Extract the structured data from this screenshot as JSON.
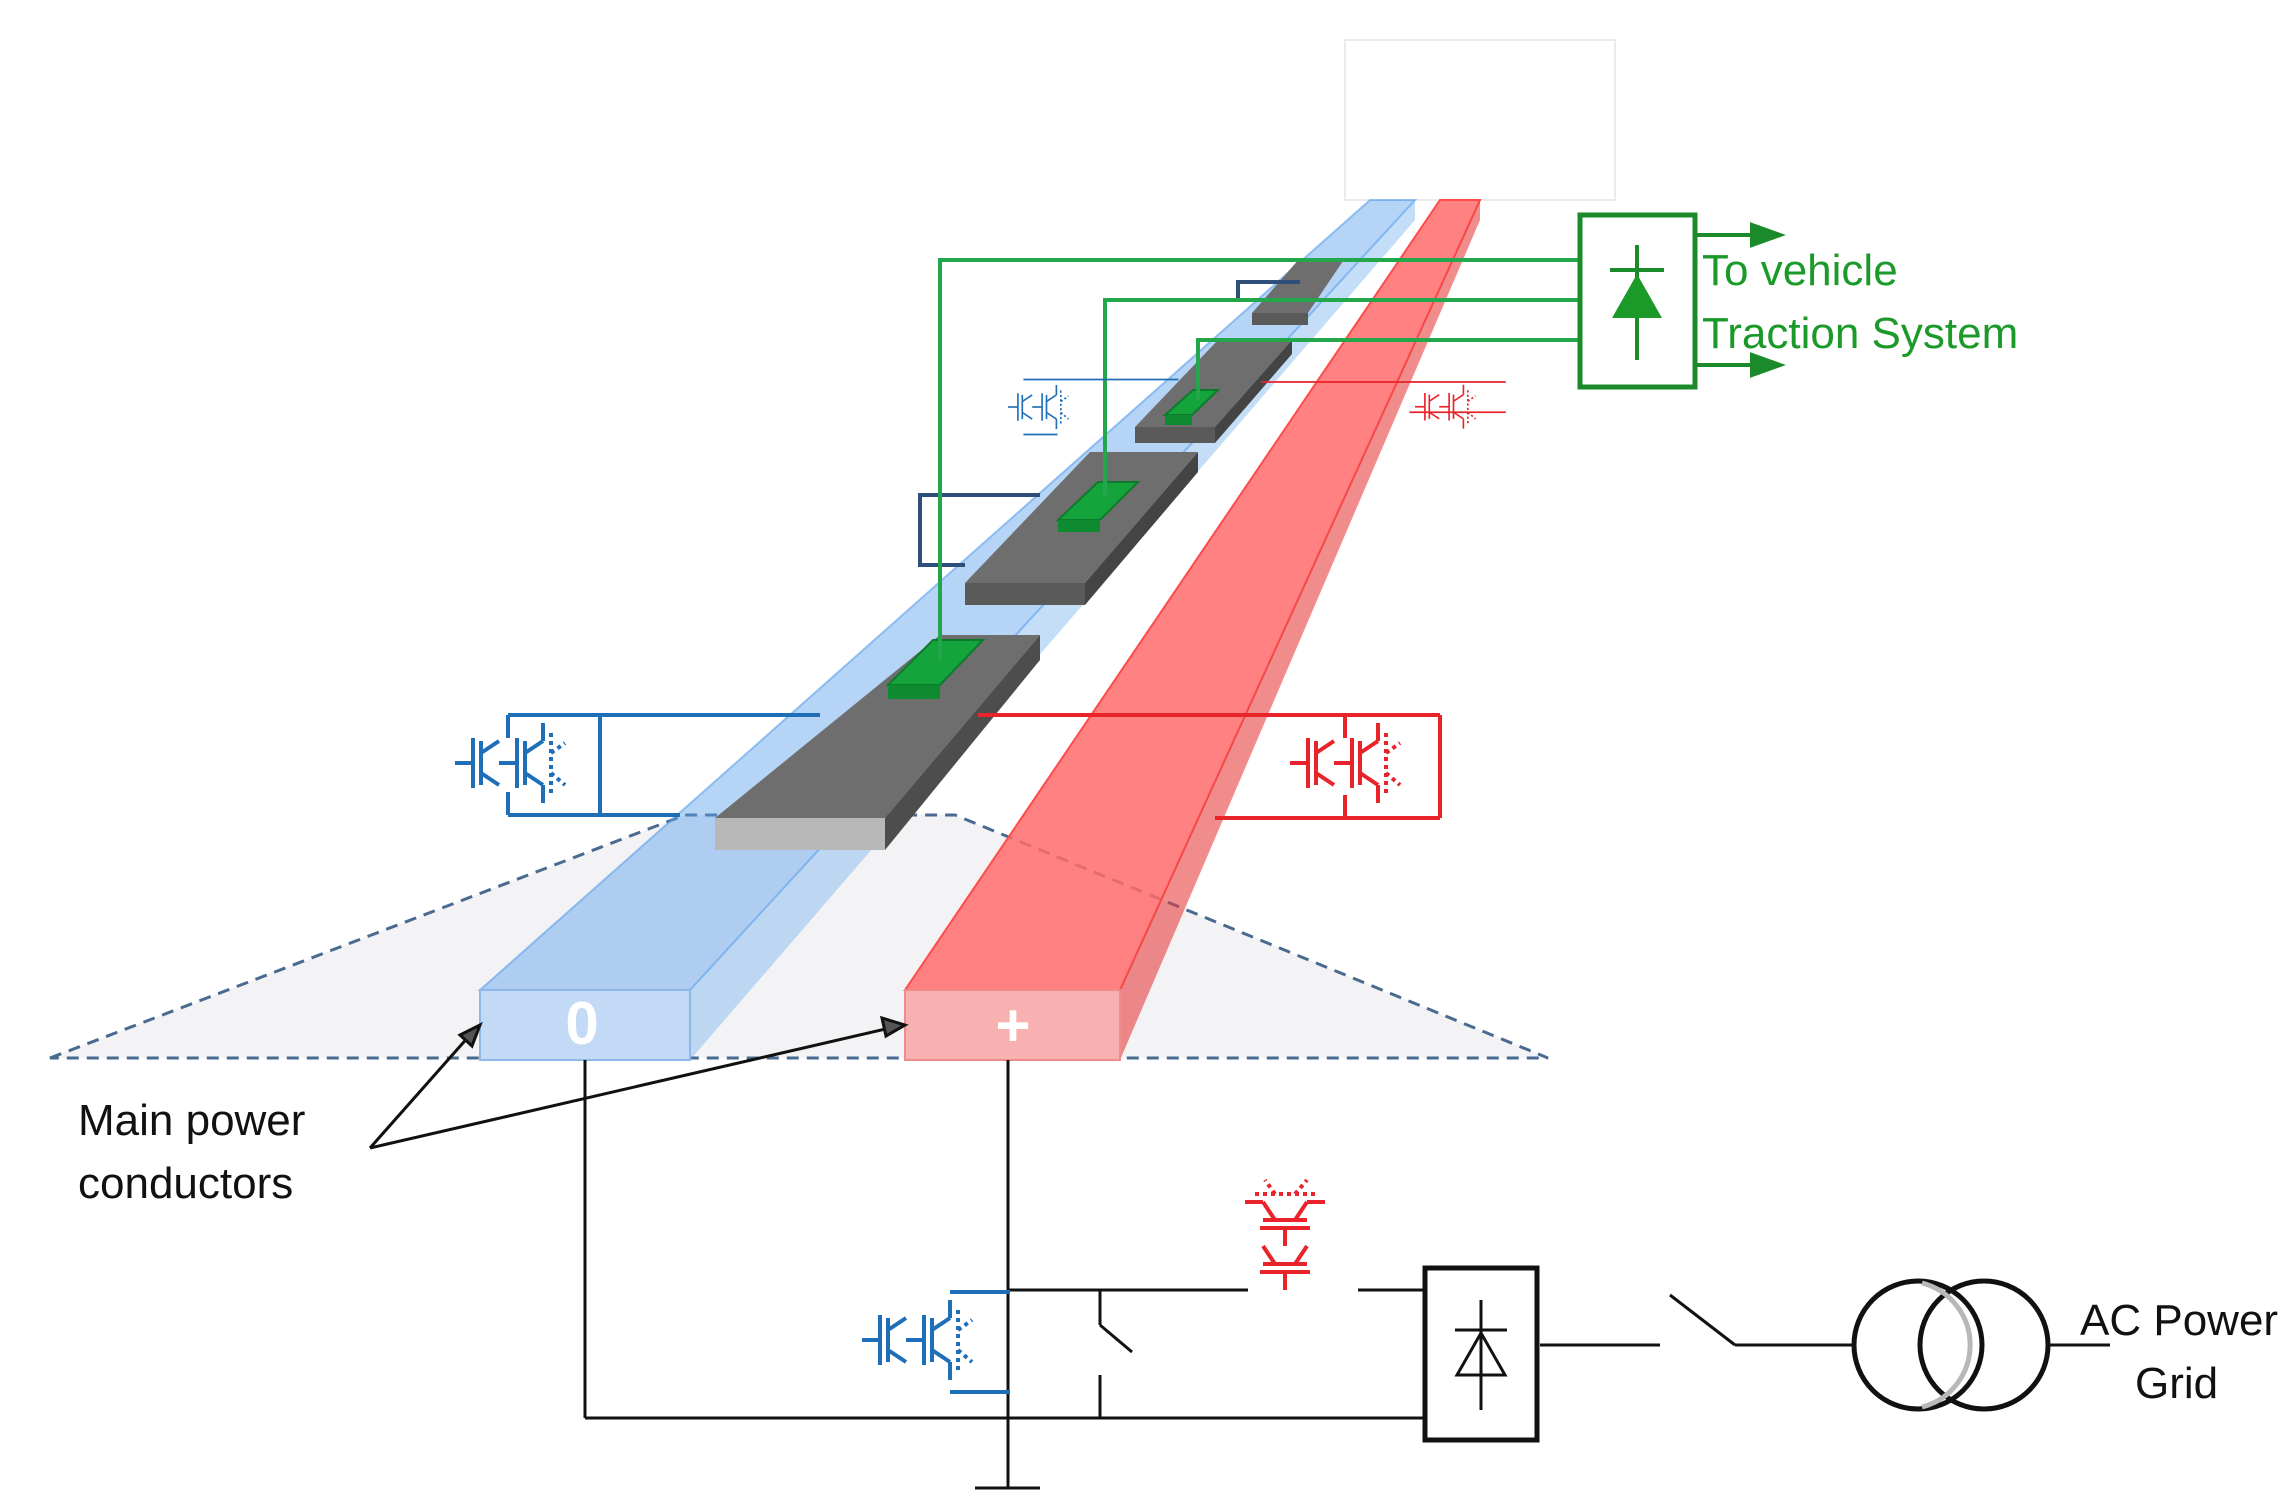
{
  "labels": {
    "vehicle_line1": "To vehicle",
    "vehicle_line2": "Traction System",
    "conductors_line1": "Main power",
    "conductors_line2": "conductors",
    "grid_line1": "AC Power",
    "grid_line2": "Grid",
    "neutral_symbol": "0",
    "positive_symbol": "+"
  },
  "colors": {
    "neutral_rail": "#5aa0ec",
    "positive_rail": "#ff6b6b",
    "neutral_switch": "#1f6fb8",
    "positive_switch": "#e8232a",
    "pickup": "#15a33c",
    "rectifier_box": "#1b8a2a",
    "segment": "#6e6e6e",
    "ground_plane": "#f3f3f5",
    "wire": "#111111"
  }
}
